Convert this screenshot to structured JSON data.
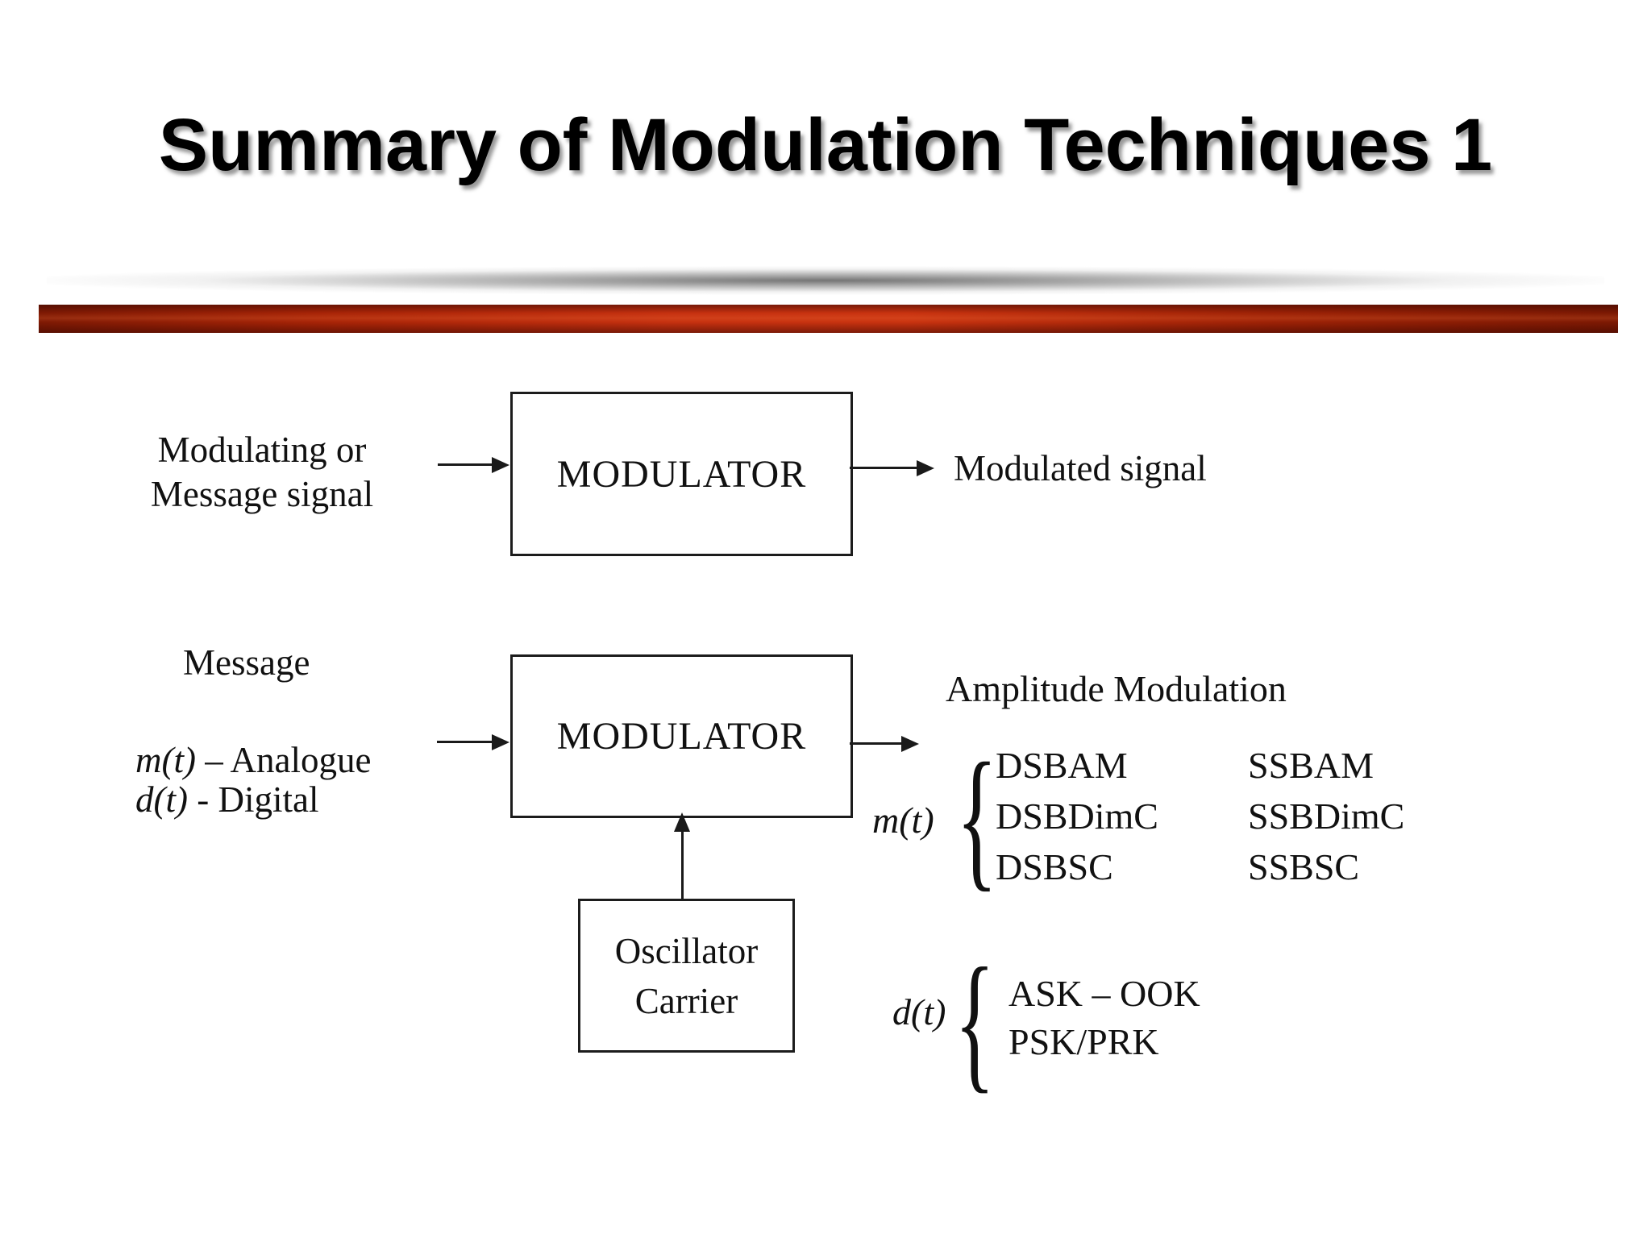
{
  "slide": {
    "title": "Summary of Modulation Techniques 1",
    "background_color": "#ffffff",
    "divider_colors": {
      "gray_gradient": "#8f8f8f",
      "red_dark": "#7c1903",
      "red_bright": "#c93310"
    },
    "text_color": "#111111"
  },
  "generic_modulator": {
    "input_line1": "Modulating or",
    "input_line2": "Message signal",
    "box_label": "MODULATOR",
    "output_label": "Modulated signal"
  },
  "am_modulator": {
    "message_heading": "Message",
    "mt_label": "m(t)",
    "mt_suffix": "– Analogue",
    "dt_label": "d(t)",
    "dt_suffix": "- Digital",
    "box_label": "MODULATOR",
    "oscillator_line1": "Oscillator",
    "oscillator_line2": "Carrier",
    "output_heading": "Amplitude Modulation",
    "brace_char": "{",
    "mt_group_label": "m(t)",
    "analogue_schemes_col1": [
      "DSBAM",
      "DSBDimC",
      "DSBSC"
    ],
    "analogue_schemes_col2": [
      "SSBAM",
      "SSBDimC",
      "SSBSC"
    ],
    "dt_group_label": "d(t)",
    "digital_schemes": [
      "ASK – OOK",
      "PSK/PRK"
    ]
  }
}
